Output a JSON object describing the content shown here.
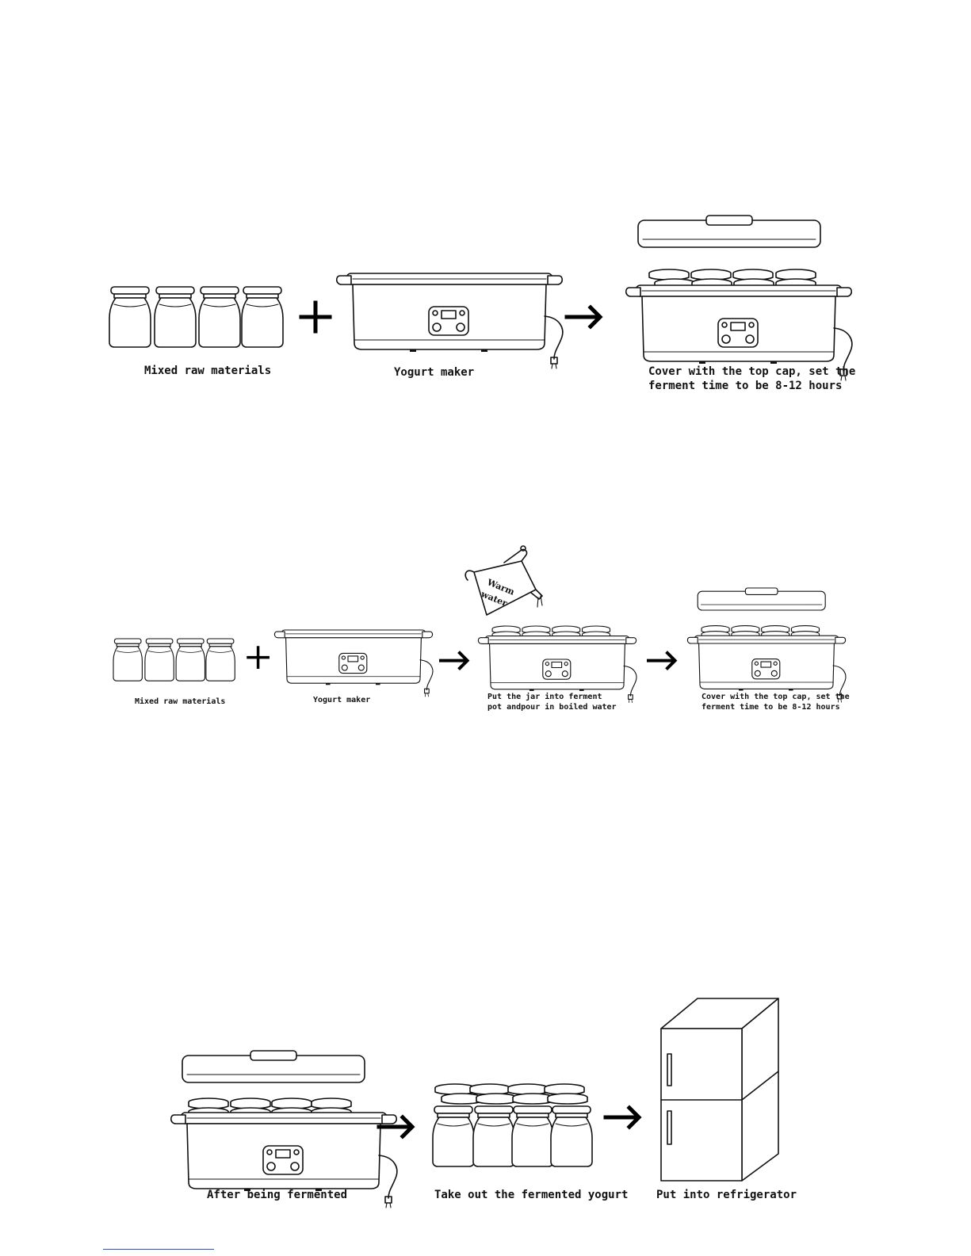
{
  "section1": {
    "caption_jars": "Mixed raw materials",
    "caption_maker": "Yogurt maker",
    "caption_result_line1": "Cover with the top cap, set the",
    "caption_result_line2": "ferment time to be 8-12 hours"
  },
  "section2": {
    "caption_jars": "Mixed raw materials",
    "caption_maker": "Yogurt maker",
    "caption_pour_line1": "Put the jar into ferment",
    "caption_pour_line2": "pot andpour in boiled water",
    "kettle_label_line1": "Warm",
    "kettle_label_line2": "water",
    "caption_result_line1": "Cover with the top cap, set the",
    "caption_result_line2": "ferment time to be 8-12 hours"
  },
  "section3": {
    "caption_fermented": "After being fermented",
    "caption_takeout": "Take out the fermented yogurt",
    "caption_fridge": "Put into refrigerator"
  }
}
